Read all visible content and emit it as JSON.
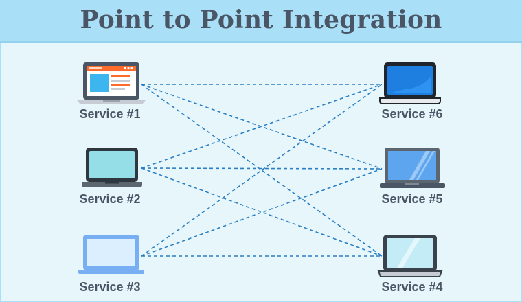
{
  "title": "Point to Point Integration",
  "services": {
    "s1": "Service #1",
    "s2": "Service #2",
    "s3": "Service #3",
    "s4": "Service #4",
    "s5": "Service #5",
    "s6": "Service #6"
  },
  "connections": [
    [
      "Service #1",
      "Service #6"
    ],
    [
      "Service #1",
      "Service #5"
    ],
    [
      "Service #1",
      "Service #4"
    ],
    [
      "Service #2",
      "Service #6"
    ],
    [
      "Service #2",
      "Service #5"
    ],
    [
      "Service #2",
      "Service #4"
    ],
    [
      "Service #3",
      "Service #6"
    ],
    [
      "Service #3",
      "Service #5"
    ],
    [
      "Service #3",
      "Service #4"
    ]
  ],
  "colors": {
    "header_bg": "#a9dff7",
    "canvas_bg": "#e6f6fb",
    "title_text": "#4a5566",
    "connector": "#2a7fc4"
  },
  "icons": [
    "browser-laptop-icon",
    "teal-laptop-icon",
    "light-blue-laptop-icon",
    "blue-laptop-icon",
    "blue-glare-laptop-icon",
    "silver-laptop-icon"
  ]
}
